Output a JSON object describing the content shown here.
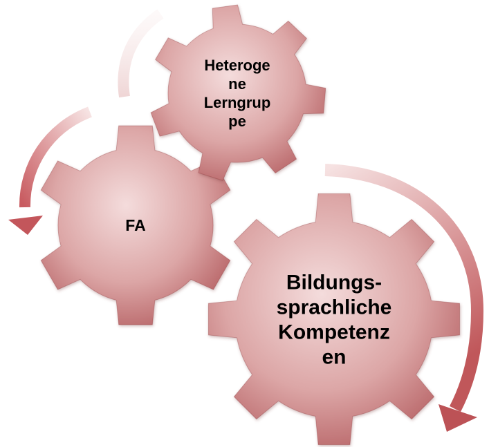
{
  "diagram": {
    "gears": [
      {
        "id": "top",
        "lines": [
          "Heteroge",
          "ne",
          "Lerngrup",
          "pe"
        ]
      },
      {
        "id": "left",
        "lines": [
          "FA"
        ]
      },
      {
        "id": "right",
        "lines": [
          "Bildungs-",
          "sprachliche",
          "Kompetenz",
          "en"
        ]
      }
    ]
  },
  "colors": {
    "gear_light": "#f2d7d7",
    "gear_mid": "#d99c9c",
    "gear_dark": "#b5575a",
    "gear_edge": "#8e3a3d",
    "arrow_light": "#f6e6e6",
    "arrow_dark": "#c0575a",
    "text": "#000000"
  }
}
